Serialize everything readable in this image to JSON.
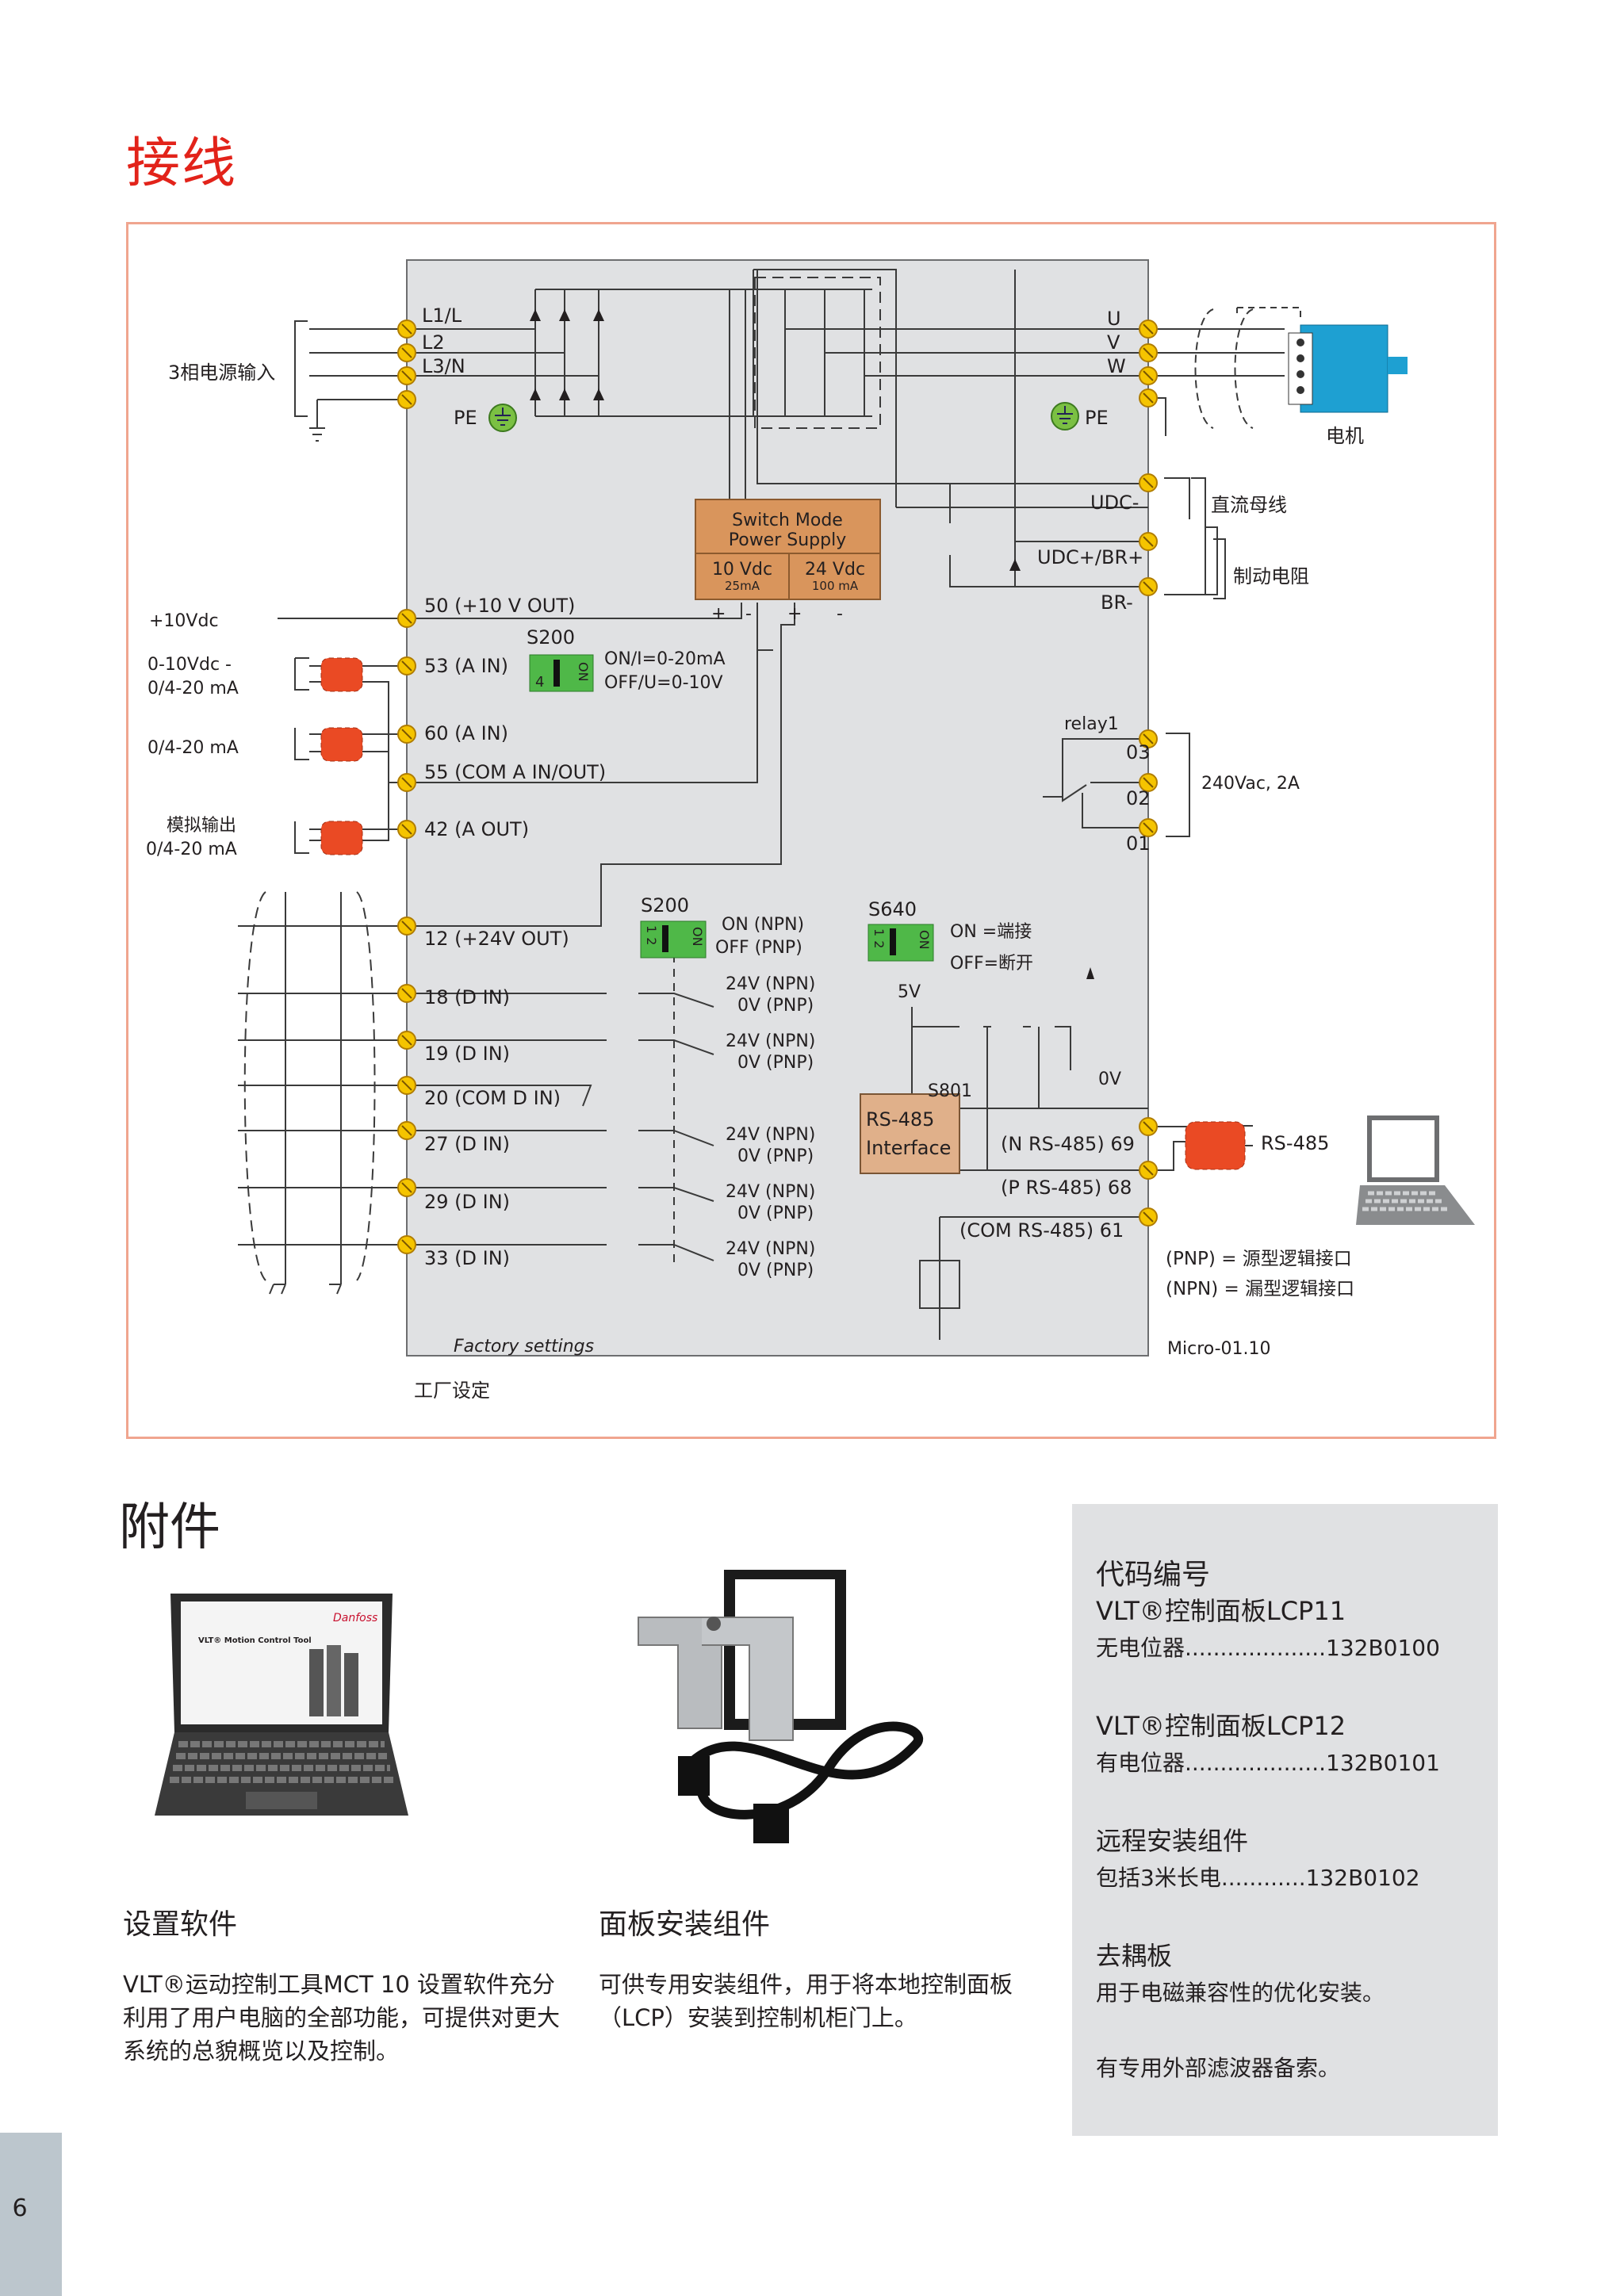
{
  "section_title": "接线",
  "diagram": {
    "power_input_label": "3相电源输入",
    "l1": "L1/L",
    "l2": "L2",
    "l3": "L3/N",
    "pe_left": "PE",
    "u": "U",
    "v": "V",
    "w": "W",
    "pe_right": "PE",
    "motor_label": "电机",
    "udc_minus": "UDC-",
    "udc_plus": "UDC+/BR+",
    "br_minus": "BR-",
    "dc_bus_label": "直流母线",
    "brake_resistor_label": "制动电阻",
    "smps_line1": "Switch  Mode",
    "smps_line2": "Power  Supply",
    "smps_10v": "10 Vdc",
    "smps_10v_current": "25mA",
    "smps_24v": "24 Vdc",
    "smps_24v_current": "100 mA",
    "plus": "+",
    "minus": "-",
    "ext_10vdc": "+10Vdc",
    "ext_0_10": "0-10Vdc  -",
    "ext_0_4_20_a": "0/4-20  mA",
    "ext_0_4_20_b": "0/4-20  mA",
    "ext_analog_out": "模拟输出",
    "ext_0_4_20_c": "0/4-20  mA",
    "t50": "50 (+10  V  OUT)",
    "t53": "53 (A  IN)",
    "t60": "60 (A  IN)",
    "t55": "55 (COM  A  IN/OUT)",
    "t42": "42 (A  OUT)",
    "t12": "12 (+24V  OUT)",
    "t18": "18 (D  IN)",
    "t19": "19 (D  IN)",
    "t20": "20 (COM  D  IN)",
    "t27": "27 (D  IN)",
    "t29": "29 (D  IN)",
    "t33": "33 (D  IN)",
    "s200_a": "S200",
    "s200_a_on": "ON/I=0-20mA",
    "s200_a_off": "OFF/U=0-10V",
    "switch_num_4": "4",
    "switch_on": "ON",
    "s200_b": "S200",
    "s200_b_on": "ON (NPN)",
    "s200_b_off": "OFF (PNP)",
    "switch_num_12": "1 2",
    "s640": "S640",
    "s640_on": "ON =端接",
    "s640_off": "OFF=断开",
    "v24_npn": "24V (NPN)",
    "v0_pnp": "0V (PNP)",
    "relay": "relay1",
    "r03": "03",
    "r02": "02",
    "r01": "01",
    "relay_rating": "240Vac, 2A",
    "v5": "5V",
    "v0": "0V",
    "s801": "S801",
    "rs485_if_1": "RS-485",
    "rs485_if_2": "Interface",
    "t69": "(N  RS-485) 69",
    "t68": "(P  RS-485) 68",
    "t61": "(COM  RS-485) 61",
    "rs485_ext": "RS-485",
    "pnp_note": "(PNP) = 源型逻辑接口",
    "npn_note": "(NPN) = 漏型逻辑接口",
    "factory_settings": "Factory settings",
    "factory_settings_cn": "工厂设定",
    "doc_code": "Micro-01.10"
  },
  "accessories": {
    "title": "附件",
    "software": {
      "title": "设置软件",
      "text": "VLT®运动控制工具MCT 10 设置软件充分利用了用户电脑的全部功能，可提供对更大系统的总貌概览以及控制。",
      "screen_title": "VLT® Motion Control Tool",
      "brand": "Danfoss"
    },
    "mounting": {
      "title": "面板安装组件",
      "text": "可供专用安装组件，用于将本地控制面板（LCP）安装到控制机柜门上。"
    }
  },
  "codes": {
    "title": "代码编号",
    "lcp11_title": "VLT®控制面板LCP11",
    "lcp11_line": "无电位器....................132B0100",
    "lcp12_title": "VLT®控制面板LCP12",
    "lcp12_line": "有电位器....................132B0101",
    "remote_title": "远程安装组件",
    "remote_line": "包括3米长电............132B0102",
    "decoupling_title": "去耦板",
    "decoupling_line": "用于电磁兼容性的优化安装。",
    "filter_line": "有专用外部滤波器备索。"
  },
  "page_number": "6",
  "colors": {
    "title_red": "#e2231a",
    "frame": "#f0a58f",
    "terminal": "#f5c400",
    "smps": "#d9955c",
    "switch": "#4fb848",
    "cable": "#ea4a24",
    "motor": "#1ea0d2"
  }
}
